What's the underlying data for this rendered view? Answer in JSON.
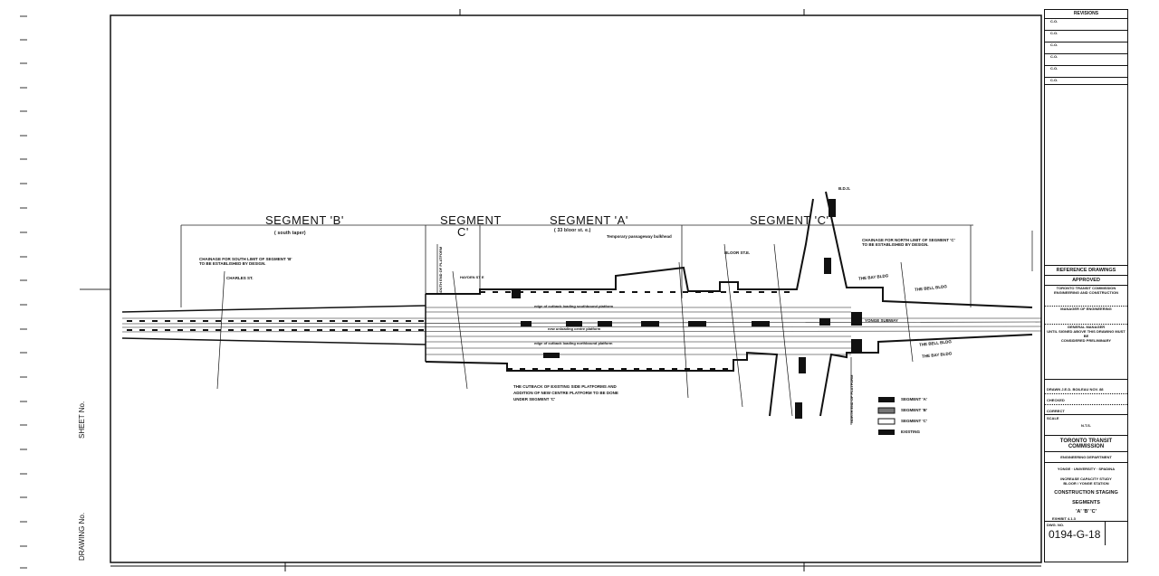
{
  "drawing": {
    "segments": {
      "b_label": "SEGMENT 'B'",
      "b_sub": "( south taper)",
      "c_left_label": "SEGMENT",
      "c_left_sub": "C'",
      "a_label": "SEGMENT 'A'",
      "a_sub": "( 33 bloor st. e.)",
      "c_label": "SEGMENT 'C'"
    },
    "notes": {
      "south_chainage_1": "CHAINAGE FOR SOUTH LIMIT OF SEGMENT 'B'",
      "south_chainage_2": "TO BE ESTABLISHED BY DESIGN.",
      "north_chainage_1": "CHAINAGE FOR NORTH LIMIT OF SEGMENT 'C'",
      "north_chainage_2": "TO BE ESTABLISHED BY DESIGN.",
      "cutback_1": "THE CUTBACK OF EXISTING SIDE PLATFORMS AND",
      "cutback_2": "ADDITION OF NEW CENTRE PLATFORM TO BE DONE",
      "cutback_3": "UNDER SEGMENT 'C'",
      "temp_bulkhead": "Temporary passageway bulkhead",
      "edge_sb": "edge of cutback loading southbound platform",
      "new_centre": "new unloading centre platform",
      "edge_nb": "edge of cutback loading northbound platform"
    },
    "streets": {
      "charles": "CHARLES ST.",
      "hayden": "HAYDEN ST E",
      "bloor": "BLOOR ST.E.",
      "bds": "B.D.S.",
      "yonge_subway": "YONGE SUBWAY",
      "bay_bldg": "THE BAY BLDG",
      "bell_bldg": "THE BELL BLDG",
      "south_end": "SOUTH END OF PLATFORM",
      "north_end": "NORTH END OF PLATFORM"
    },
    "legend": [
      {
        "label": "SEGMENT 'A'"
      },
      {
        "label": "SEGMENT 'B'"
      },
      {
        "label": "SEGMENT 'C'"
      },
      {
        "label": "EXISTING"
      }
    ],
    "margin": {
      "sheet_no": "SHEET No.",
      "drawing_no": "DRAWING No."
    }
  },
  "title_block": {
    "revisions": "REVISIONS",
    "rev_rows": [
      "C.O.",
      "C.O.",
      "C.O.",
      "C.O.",
      "C.O.",
      "C.O."
    ],
    "reference_drawings": "REFERENCE DRAWINGS",
    "approved": "APPROVED",
    "ttc_ec_1": "TORONTO TRANSIT COMMISSION",
    "ttc_ec_2": "ENGINEERING AND CONSTRUCTION",
    "manager": "MANAGER OF ENGINEERING",
    "general_manager": "GENERAL MANAGER",
    "prelim_1": "UNTIL SIGNED ABOVE THIS DRAWING MUST BE",
    "prelim_2": "CONSIDERED PRELIMINARY",
    "drawn": "DRAWN  J.E.D. BOILEAU   NOV. 88",
    "checked": "CHECKED",
    "correct": "CORRECT",
    "scale": "SCALE",
    "scale_value": "N.T.S.",
    "org_1": "TORONTO TRANSIT",
    "org_2": "COMMISSION",
    "dept": "ENGINEERING DEPARTMENT",
    "line": "YONGE · UNIVERSITY · SPADINA",
    "study_1": "INCREASE CAPACITY STUDY",
    "study_2": "BLOOR / YONGE STATION",
    "title_1": "CONSTRUCTION STAGING",
    "title_2": "SEGMENTS",
    "title_3": "'A' 'B' 'C'",
    "exhibit": "EXHIBIT      4.1.3",
    "dwg_no_label": "DWG. NO.",
    "dwg_no": "0194-G-18"
  }
}
